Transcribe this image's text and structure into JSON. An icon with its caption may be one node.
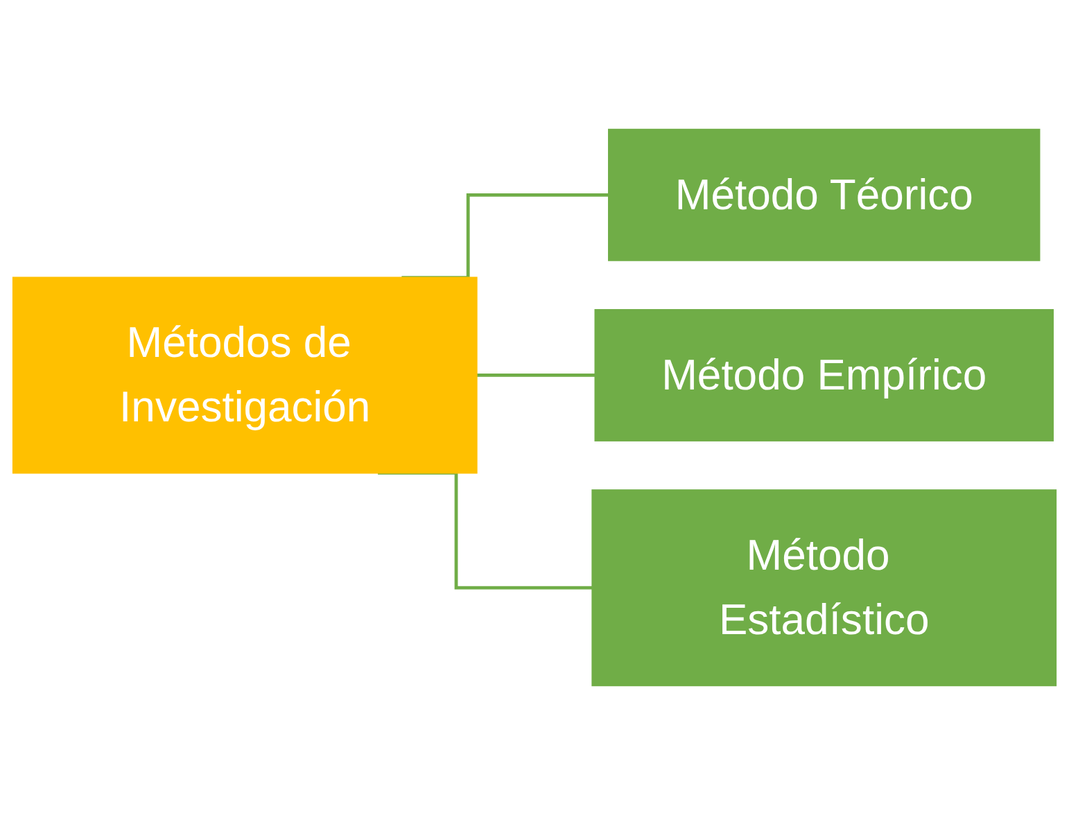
{
  "diagram": {
    "nodes": [
      {
        "text": [
          "Métodos de Investigación"
        ]
      },
      {
        "text": [
          "Método Téorico"
        ]
      },
      {
        "text": [
          "Método Empírico"
        ]
      },
      {
        "text": [
          "Método Estadístico"
        ]
      }
    ],
    "edges": [
      {
        "from": 0,
        "to": 1,
        "arrow": "none"
      },
      {
        "from": 0,
        "to": 2,
        "arrow": "none"
      },
      {
        "from": 0,
        "to": 3,
        "arrow": "none"
      }
    ]
  }
}
